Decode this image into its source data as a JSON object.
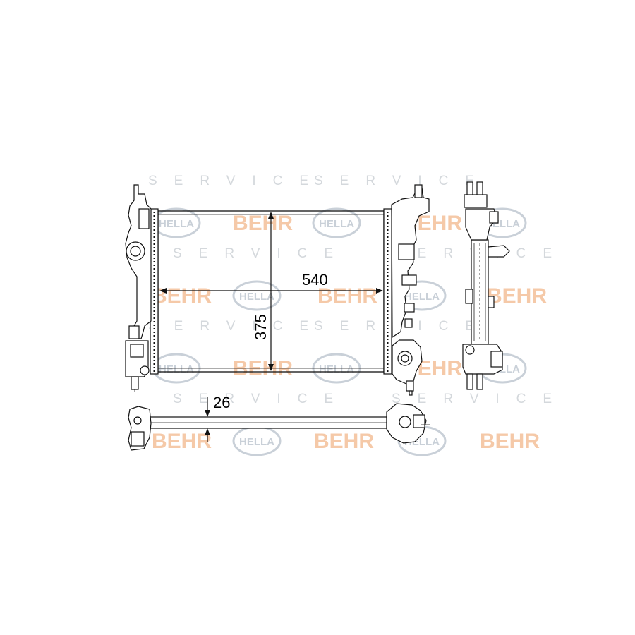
{
  "dimensions": {
    "width": "540",
    "height": "375",
    "depth": "26"
  },
  "watermark": {
    "brand_behr": "BEHR",
    "brand_hella": "HELLA",
    "service_text": "SERVICE",
    "behr_color": "#f5c9a8",
    "hella_color": "#c9d0d8",
    "service_color": "#d4d8dc"
  },
  "line_color": "#111111"
}
